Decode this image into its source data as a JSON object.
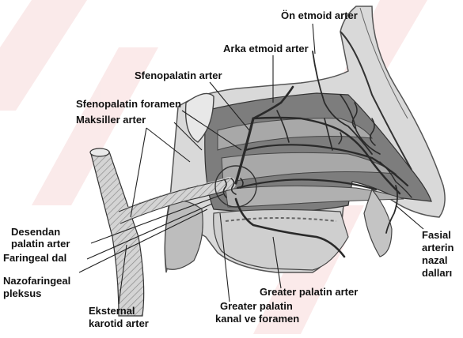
{
  "labels": {
    "on_etmoid_arter": "Ön etmoid arter",
    "arka_etmoid_arter": "Arka etmoid arter",
    "sfenopalatin_arter": "Sfenopalatin arter",
    "sfenopalatin_foramen": "Sfenopalatin foramen",
    "maksiller_arter": "Maksiller arter",
    "desendan_palatin_arter_line1": "Desendan",
    "desendan_palatin_arter_line2": "palatin arter",
    "faringeal_dal": "Faringeal dal",
    "nazofaringeal_pleksus_line1": "Nazofaringeal",
    "nazofaringeal_pleksus_line2": "pleksus",
    "eksternal_karotid_arter_line1": "Eksternal",
    "eksternal_karotid_arter_line2": "karotid arter",
    "greater_palatin_arter": "Greater palatin arter",
    "greater_palatin_kanal_line1": "Greater palatin",
    "greater_palatin_kanal_line2": "kanal ve foramen",
    "fasial_arter_line1": "Fasial",
    "fasial_arter_line2": "arterin",
    "fasial_arter_line3": "nazal",
    "fasial_arter_line4": "dalları"
  },
  "colors": {
    "watermark": "#f7d9d9",
    "tissue": "#c8c8c8",
    "tissue_dark": "#9a9a9a",
    "cavity": "#7d7d7d",
    "artery": "#2a2a2a"
  }
}
